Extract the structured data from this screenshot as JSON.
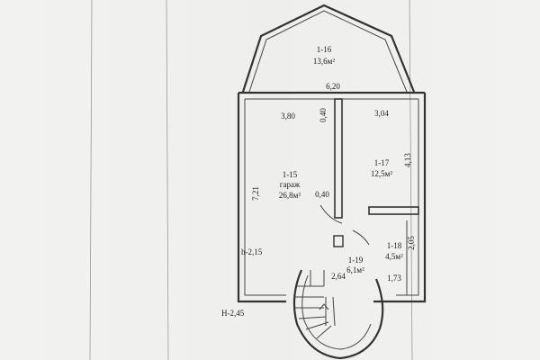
{
  "rooms": [
    {
      "id": "r16",
      "code": "1-16",
      "area": "13,6м²"
    },
    {
      "id": "r15",
      "code": "1-15",
      "name": "гараж",
      "area": "26,8м²"
    },
    {
      "id": "r17",
      "code": "1-17",
      "area": "12,5м²"
    },
    {
      "id": "r18",
      "code": "1-18",
      "area": "4,5м²"
    },
    {
      "id": "r19",
      "code": "1-19",
      "area": "6,1м²"
    }
  ],
  "dimensions": {
    "d620": "6,20",
    "d380": "3,80",
    "d040a": "0,40",
    "d304": "3,04",
    "d413": "4,13",
    "d721": "7,21",
    "d040b": "0,40",
    "d205": "2,05",
    "d264": "2,64",
    "d173": "1,73"
  },
  "heights": {
    "inner": "h-2,15",
    "outer": "H-2,45"
  },
  "colors": {
    "paper": "#f2f2f0",
    "ink": "#333333"
  }
}
